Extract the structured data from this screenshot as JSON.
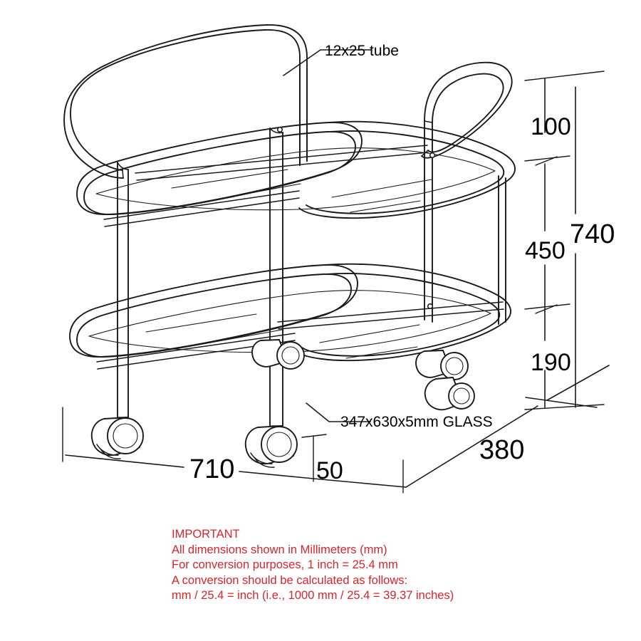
{
  "drawing": {
    "title": "Two-tier serving cart dimensional drawing",
    "units": "mm",
    "line_color": "#000000",
    "note_color": "#d8252b"
  },
  "callouts": {
    "tube": "12x25 tube",
    "glass": "347x630x5mm GLASS"
  },
  "dimensions": {
    "top_rail_to_top_shelf": "100",
    "top_shelf_to_bottom_shelf": "450",
    "bottom_shelf_to_floor": "190",
    "overall_height": "740",
    "overall_width": "710",
    "caster_height": "50",
    "overall_depth": "380"
  },
  "notes": {
    "heading": "IMPORTANT",
    "lines": [
      "All dimensions shown in Millimeters (mm)",
      "For conversion purposes, 1 inch = 25.4 mm",
      "A conversion should be calculated as follows:",
      "mm / 25.4 = inch (i.e., 1000 mm / 25.4 = 39.37 inches)"
    ]
  }
}
